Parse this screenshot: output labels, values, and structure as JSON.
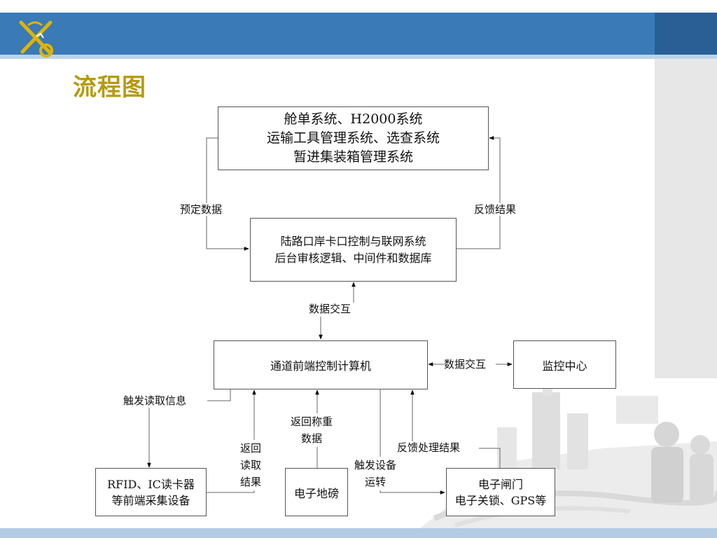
{
  "slide": {
    "title": "流程图"
  },
  "colors": {
    "banner": "#3a7ab7",
    "title": "#b59a10"
  },
  "boxes": {
    "systems": [
      "舱单系统、H2000系统",
      "运输工具管理系统、选查系统",
      "暂进集装箱管理系统"
    ],
    "backend": [
      "陆路口岸卡口控制与联网系统",
      "后台审核逻辑、中间件和数据库"
    ],
    "front_pc": "通道前端控制计算机",
    "monitor": "监控中心",
    "reader": [
      "RFID、IC读卡器",
      "等前端采集设备"
    ],
    "scale": "电子地磅",
    "gate": [
      "电子闸门",
      "电子关锁、GPS等"
    ]
  },
  "labels": {
    "preset_data": "预定数据",
    "feedback_result": "反馈结果",
    "data_exchange_1": "数据交互",
    "data_exchange_2": "数据交互",
    "trigger_read": "触发读取信息",
    "return_read": [
      "返回",
      "读取",
      "结果"
    ],
    "return_weight": [
      "返回称重",
      "数据"
    ],
    "feedback_process": "反馈处理结果",
    "trigger_device": [
      "触发设备",
      "运转"
    ]
  },
  "icons": {
    "logo": "customs-emblem-icon"
  }
}
